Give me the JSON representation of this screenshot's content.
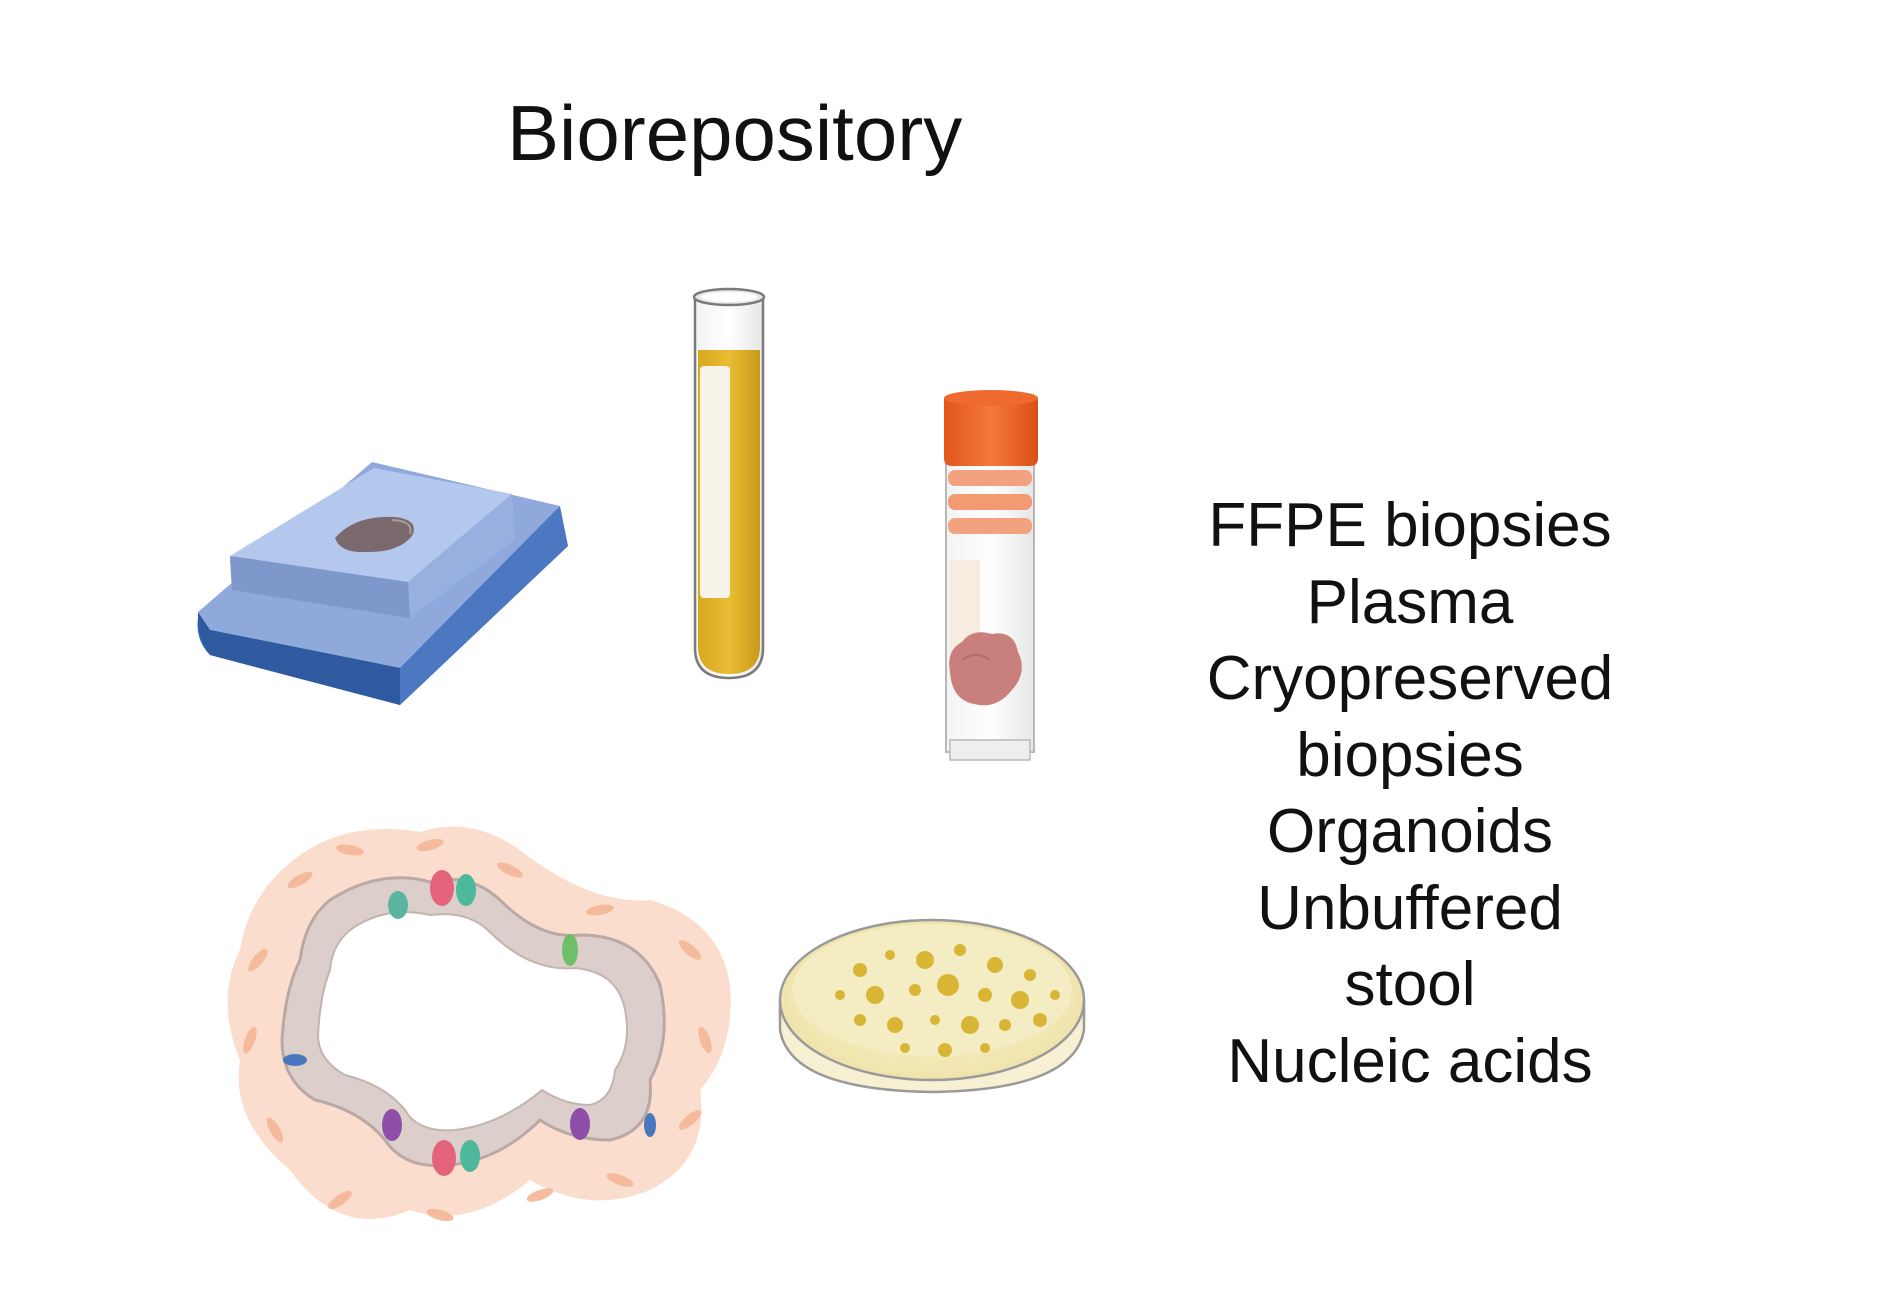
{
  "title": "Biorepository",
  "sample_types": [
    "FFPE biopsies",
    "Plasma",
    "Cryopreserved",
    "biopsies",
    "Organoids",
    "Unbuffered",
    "stool",
    "Nucleic acids"
  ],
  "illustrations": [
    {
      "icon": "tissue-slide-icon"
    },
    {
      "icon": "plasma-tube-icon"
    },
    {
      "icon": "cryovial-icon"
    },
    {
      "icon": "organoid-icon"
    },
    {
      "icon": "petri-dish-icon"
    }
  ],
  "colors": {
    "slide_top": "#A9BEE6",
    "slide_base": "#3E6DB5",
    "plasma": "#E2B52E",
    "vial_cap": "#F26A2D",
    "tissue": "#C9807C",
    "petri_medium": "#F4ECC2",
    "colony": "#D8B534",
    "stroma": "#F7CBB2",
    "epithelium": "#DCCFCB"
  }
}
